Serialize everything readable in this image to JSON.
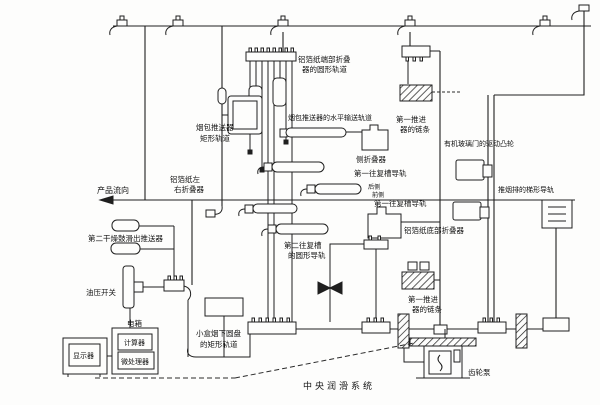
{
  "diagram": {
    "title": "中央润滑系统",
    "ink_color": "#1f1f1f",
    "background_color": "#fdfdfc",
    "labels": {
      "product_flow": "产品流向",
      "foil_end_folder_track_1": "铝箔纸端部折叠",
      "foil_end_folder_track_2": "器的圆形轨道",
      "pack_pusher_rect_track_1": "烟包推送器",
      "pack_pusher_rect_track_2": "矩形轨道",
      "pack_pusher_horizontal_track": "烟包推送器的水平输送轨道",
      "side_folder": "侧折叠器",
      "first_recip_rail_a": "第一往复槽导轨",
      "first_recip_rail_a_side": "后侧",
      "first_recip_rail_b_side": "前侧",
      "first_recip_rail_b": "第一往复槽导轨",
      "second_recip_rail_1": "第二往复槽",
      "second_recip_rail_2": "的圆形导轨",
      "foil_lr_folder_1": "铝箔纸左",
      "foil_lr_folder_2": "右折叠器",
      "foil_bottom_folder": "铝箔纸底部折叠器",
      "first_pusher_chain_top_1": "第一推进",
      "first_pusher_chain_top_2": "器的链条",
      "plexiglass_door_cam": "有机玻璃门的驱动凸轮",
      "push_row_trapezoid_rail": "推烟排的梯形导轨",
      "second_dry_drum_pusher": "第二干燥鼓滑出推送器",
      "oil_pressure_switch": "油压开关",
      "electric_box": "电箱",
      "computer": "计算器",
      "microprocessor": "微处理器",
      "monitor": "显示器",
      "small_pack_disc_track_1": "小盒烟下圆盘",
      "small_pack_disc_track_2": "的矩形轨道",
      "first_pusher_chain_bottom_1": "第一推进",
      "first_pusher_chain_bottom_2": "器的链条",
      "gear_pump": "齿轮泵"
    }
  }
}
